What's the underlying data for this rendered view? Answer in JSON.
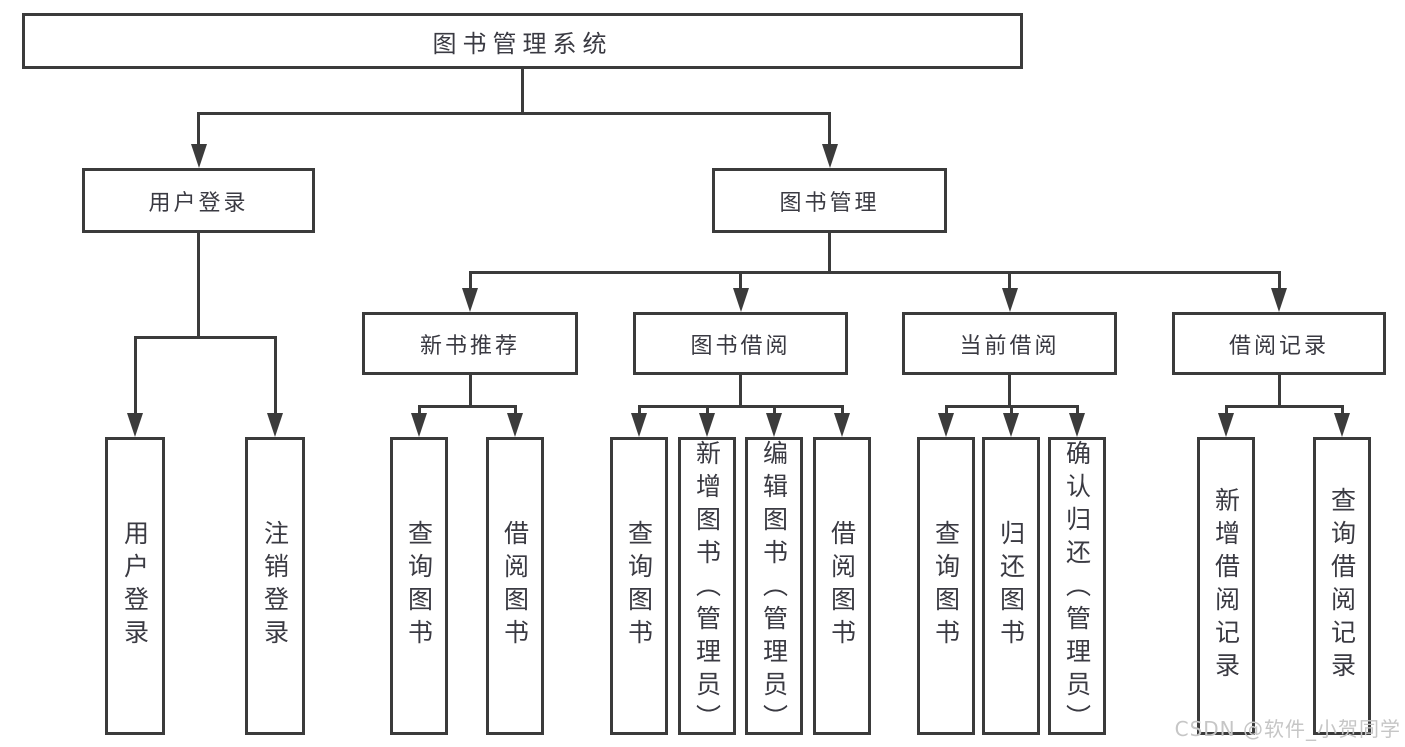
{
  "colors": {
    "line": "#3b3b3b",
    "text": "#3a3a42",
    "box_background": "#ffffff",
    "watermark": "#c6c6c6",
    "page_background": "#ffffff"
  },
  "root": {
    "label": "图书管理系统"
  },
  "level2": [
    {
      "label": "用户登录",
      "children": [
        {
          "label": "用户登录"
        },
        {
          "label": "注销登录"
        }
      ]
    },
    {
      "label": "图书管理"
    }
  ],
  "level3": [
    {
      "label": "新书推荐",
      "children": [
        {
          "label": "查询图书"
        },
        {
          "label": "借阅图书"
        }
      ]
    },
    {
      "label": "图书借阅",
      "children": [
        {
          "label": "查询图书"
        },
        {
          "label": "新增图书（管理员）"
        },
        {
          "label": "编辑图书（管理员）"
        },
        {
          "label": "借阅图书"
        }
      ]
    },
    {
      "label": "当前借阅",
      "children": [
        {
          "label": "查询图书"
        },
        {
          "label": "归还图书"
        },
        {
          "label": "确认归还（管理员）"
        }
      ]
    },
    {
      "label": "借阅记录",
      "children": [
        {
          "label": "新增借阅记录"
        },
        {
          "label": "查询借阅记录"
        }
      ]
    }
  ],
  "watermark": {
    "label": "CSDN @软件_小贺同学"
  }
}
